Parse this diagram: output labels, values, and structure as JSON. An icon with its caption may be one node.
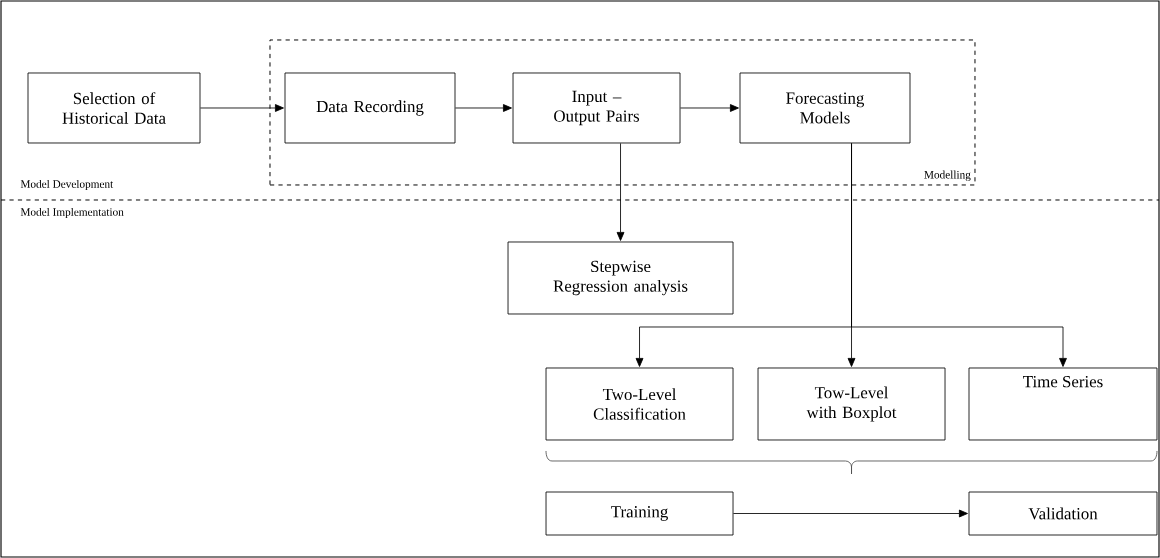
{
  "diagram": {
    "nodes": [
      {
        "text": [
          "Selection of Historical Data"
        ]
      },
      {
        "text": [
          "Modelling"
        ]
      },
      {
        "text": [
          "Data Recording"
        ],
        "in": 1
      },
      {
        "text": [
          "Input – Output Pairs"
        ],
        "in": 1
      },
      {
        "text": [
          "Forecasting Models"
        ],
        "in": 1
      },
      {
        "text": [
          "Stepwise Regression analysis"
        ]
      },
      {
        "text": [
          "Two-Level Classification"
        ]
      },
      {
        "text": [
          "Tow-Level with Boxplot"
        ]
      },
      {
        "text": [
          "Time Series"
        ]
      },
      {
        "text": [
          "Training"
        ]
      },
      {
        "text": [
          "Validation"
        ]
      }
    ],
    "edges": [
      {
        "from": 0,
        "to": 2,
        "arrow": "to"
      },
      {
        "from": 2,
        "to": 3,
        "arrow": "to"
      },
      {
        "from": 3,
        "to": 4,
        "arrow": "to"
      },
      {
        "from": 3,
        "to": 5,
        "arrow": "to"
      },
      {
        "from": 4,
        "to": 6,
        "arrow": "to"
      },
      {
        "from": 4,
        "to": 7,
        "arrow": "to"
      },
      {
        "from": 4,
        "to": 8,
        "arrow": "to"
      },
      {
        "from": 9,
        "to": 10,
        "arrow": "to"
      }
    ],
    "labels": [
      "Model Development",
      "Model Implementation"
    ]
  }
}
